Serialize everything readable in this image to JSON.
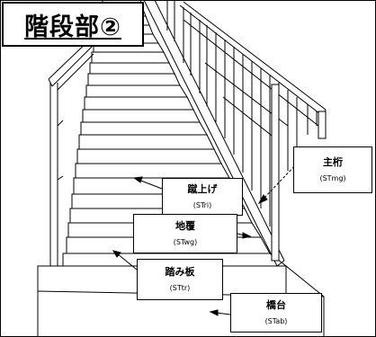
{
  "title": "階段部②",
  "labels": {
    "main_girder": {
      "name": "主桁",
      "code": "(STmg)"
    },
    "riser": {
      "name": "蹴上げ",
      "code": "(STri)"
    },
    "wall_footing": {
      "name": "地覆",
      "code": "(STwg)"
    },
    "tread": {
      "name": "踏み板",
      "code": "(STtr)"
    },
    "abutment": {
      "name": "橋台",
      "code": "(STab)"
    }
  }
}
